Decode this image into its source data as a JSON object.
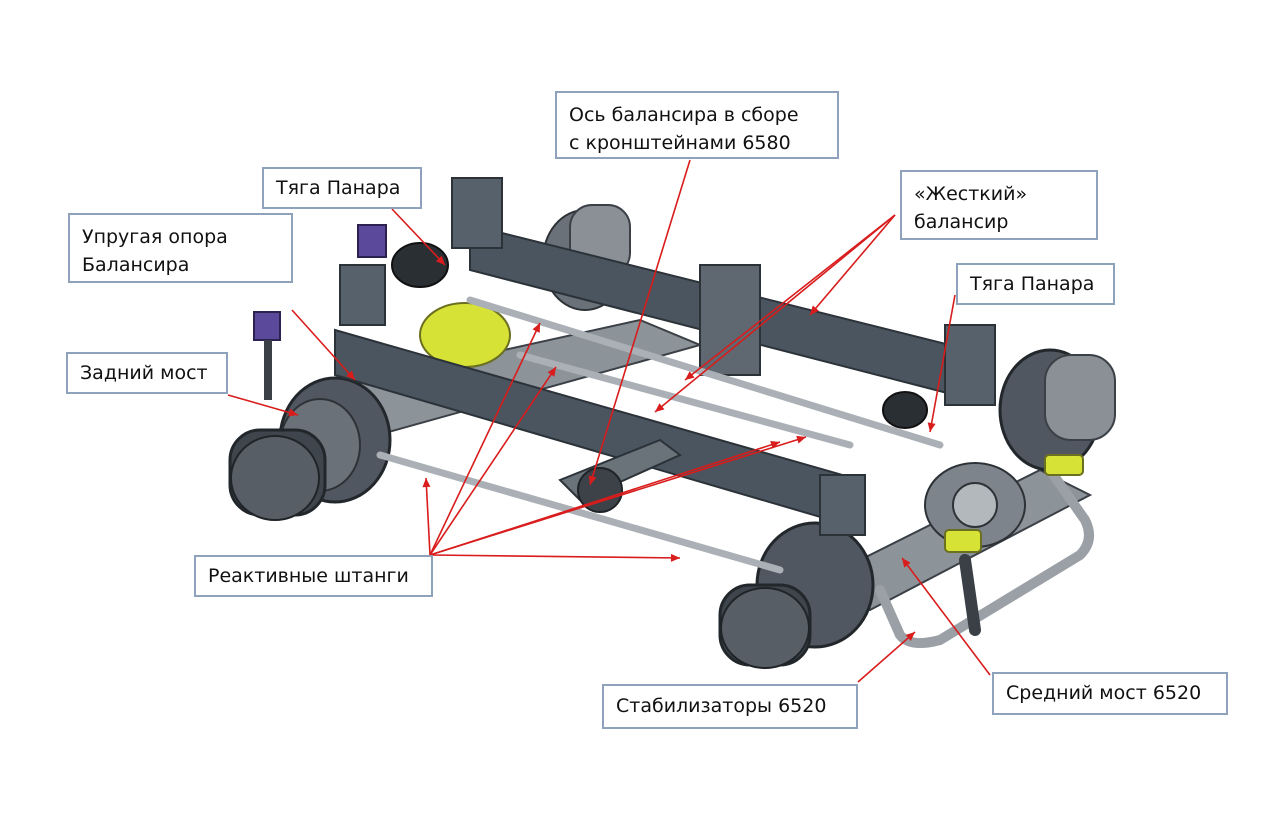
{
  "colors": {
    "leader": "#d91c1c",
    "box_border": "#8ea3bb",
    "beam": "#4a5560",
    "beam_edge": "#2b3238",
    "drum": "#5a6068",
    "hub": "#9aa0a6",
    "accent_yellow": "#d7e236",
    "accent_purple": "#5b4a9c"
  },
  "labels": {
    "os_balansira": [
      "Ось балансира в сборе",
      "с кронштейнами 6580"
    ],
    "tyaga_panara_left": [
      "Тяга Панара"
    ],
    "zhestkiy_balansir": [
      "«Жесткий»",
      "балансир"
    ],
    "uprugaya_opora": [
      "Упругая опора",
      "Балансира"
    ],
    "tyaga_panara_right": [
      "Тяга Панара"
    ],
    "zadniy_most": [
      "Задний мост"
    ],
    "reaktivnye_shtangi": [
      "Реактивные штанги"
    ],
    "sredniy_most": [
      "Средний мост 6520"
    ],
    "stabilizatory": [
      "Стабилизаторы 6520"
    ]
  }
}
